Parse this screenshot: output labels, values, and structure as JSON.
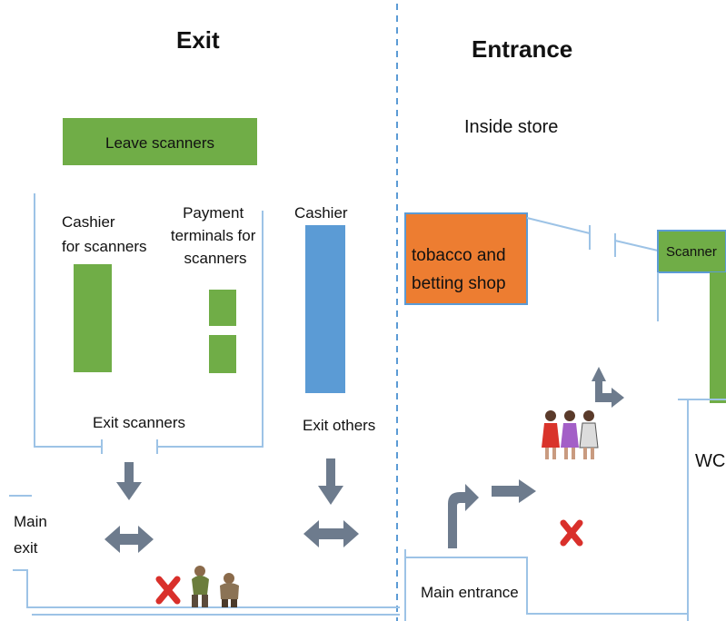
{
  "exit_section": {
    "title": "Exit",
    "leave_scanners": "Leave scanners",
    "cashier_for_scanners": [
      "Cashier",
      "for scanners"
    ],
    "payment_terminals": [
      "Payment",
      "terminals for",
      "scanners"
    ],
    "cashier": "Cashier",
    "exit_scanners": "Exit scanners",
    "exit_others": "Exit others",
    "main_exit": [
      "Main",
      "exit"
    ]
  },
  "entrance_section": {
    "title": "Entrance",
    "inside_store": "Inside store",
    "tobacco_shop": [
      "tobacco and",
      "betting shop"
    ],
    "scanner": "Scanner",
    "wc": "WC",
    "main_entrance": "Main entrance"
  },
  "colors": {
    "green": "#70ad47",
    "blue": "#5b9bd5",
    "orange": "#ed7d31",
    "wall": "#9dc3e6",
    "arrow": "#6d7b8d",
    "cross": "#d9302b"
  },
  "icons": [
    "person-group-icon",
    "down-arrow-icon",
    "double-arrow-icon",
    "no-entry-cross-icon",
    "turn-arrow-icon"
  ]
}
